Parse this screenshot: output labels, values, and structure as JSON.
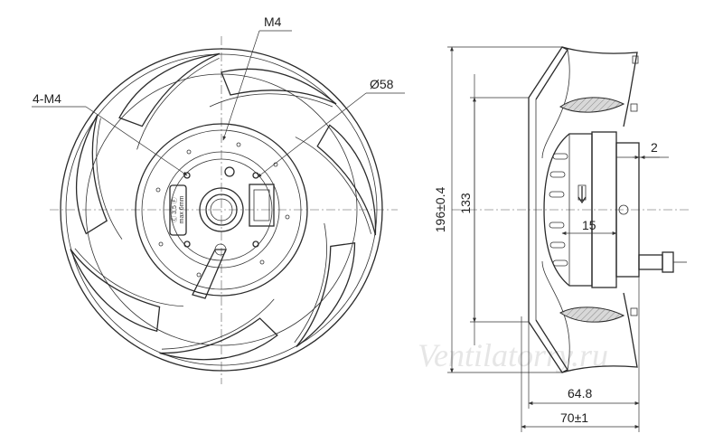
{
  "front_view": {
    "label_mount_holes": "4-M4",
    "label_center_thread": "M4",
    "label_bolt_circle": "Ø58",
    "plate_text_line1": "Ⓒ 3.5 Ⓕ",
    "plate_text_line2": "max 6mm"
  },
  "side_view": {
    "dim_outer_diameter": "196±0.4",
    "dim_inner_diameter": "133",
    "dim_offset": "2",
    "dim_hub_depth": "15",
    "dim_body_depth": "64.8",
    "dim_total_depth": "70±1"
  },
  "watermark": "Ventilatorry.ru"
}
